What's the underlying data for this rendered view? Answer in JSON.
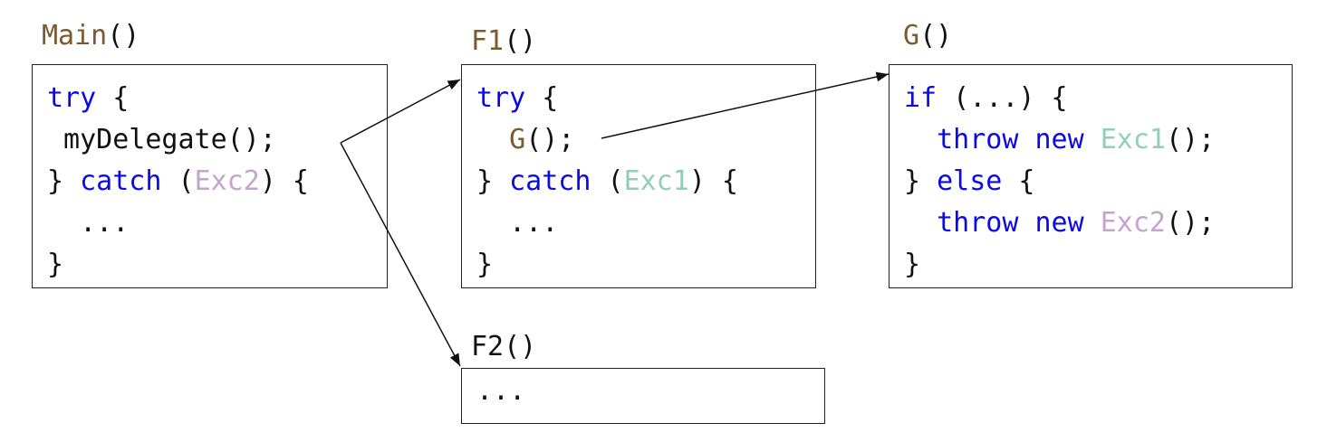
{
  "colors": {
    "keyword": "#0a0ae6",
    "function_name": "#7a5a2e",
    "exc1": "#8fcfb3",
    "exc2": "#c7a2cf",
    "plain": "#111111",
    "border": "#222222",
    "arrow": "#111111"
  },
  "functions": [
    {
      "id": "main",
      "title": [
        {
          "text": "Main",
          "kind": "function_name"
        },
        {
          "text": "()",
          "kind": "plain"
        }
      ],
      "lines": [
        [
          {
            "text": "try",
            "kind": "keyword"
          },
          {
            "text": " {",
            "kind": "plain"
          }
        ],
        [
          {
            "text": " myDelegate();",
            "kind": "plain"
          }
        ],
        [
          {
            "text": "} ",
            "kind": "plain"
          },
          {
            "text": "catch",
            "kind": "keyword"
          },
          {
            "text": " (",
            "kind": "plain"
          },
          {
            "text": "Exc2",
            "kind": "exc2"
          },
          {
            "text": ") {",
            "kind": "plain"
          }
        ],
        [
          {
            "text": "  ...",
            "kind": "plain"
          }
        ],
        [
          {
            "text": "}",
            "kind": "plain"
          }
        ]
      ]
    },
    {
      "id": "f1",
      "title": [
        {
          "text": "F1",
          "kind": "function_name"
        },
        {
          "text": "()",
          "kind": "plain"
        }
      ],
      "lines": [
        [
          {
            "text": "try",
            "kind": "keyword"
          },
          {
            "text": " {",
            "kind": "plain"
          }
        ],
        [
          {
            "text": "  ",
            "kind": "plain"
          },
          {
            "text": "G",
            "kind": "function_name"
          },
          {
            "text": "();",
            "kind": "plain"
          }
        ],
        [
          {
            "text": "} ",
            "kind": "plain"
          },
          {
            "text": "catch",
            "kind": "keyword"
          },
          {
            "text": " (",
            "kind": "plain"
          },
          {
            "text": "Exc1",
            "kind": "exc1"
          },
          {
            "text": ") {",
            "kind": "plain"
          }
        ],
        [
          {
            "text": "  ...",
            "kind": "plain"
          }
        ],
        [
          {
            "text": "}",
            "kind": "plain"
          }
        ]
      ]
    },
    {
      "id": "g",
      "title": [
        {
          "text": "G",
          "kind": "function_name"
        },
        {
          "text": "()",
          "kind": "plain"
        }
      ],
      "lines": [
        [
          {
            "text": "if",
            "kind": "keyword"
          },
          {
            "text": " (...) {",
            "kind": "plain"
          }
        ],
        [
          {
            "text": "  ",
            "kind": "plain"
          },
          {
            "text": "throw",
            "kind": "keyword"
          },
          {
            "text": " ",
            "kind": "plain"
          },
          {
            "text": "new",
            "kind": "keyword"
          },
          {
            "text": " ",
            "kind": "plain"
          },
          {
            "text": "Exc1",
            "kind": "exc1"
          },
          {
            "text": "();",
            "kind": "plain"
          }
        ],
        [
          {
            "text": "} ",
            "kind": "plain"
          },
          {
            "text": "else",
            "kind": "keyword"
          },
          {
            "text": " {",
            "kind": "plain"
          }
        ],
        [
          {
            "text": "  ",
            "kind": "plain"
          },
          {
            "text": "throw",
            "kind": "keyword"
          },
          {
            "text": " ",
            "kind": "plain"
          },
          {
            "text": "new",
            "kind": "keyword"
          },
          {
            "text": " ",
            "kind": "plain"
          },
          {
            "text": "Exc2",
            "kind": "exc2"
          },
          {
            "text": "();",
            "kind": "plain"
          }
        ],
        [
          {
            "text": "}",
            "kind": "plain"
          }
        ]
      ]
    },
    {
      "id": "f2",
      "title": [
        {
          "text": "F2()",
          "kind": "plain"
        }
      ],
      "lines": [
        [
          {
            "text": "...",
            "kind": "plain"
          }
        ]
      ]
    }
  ],
  "arrows": [
    {
      "id": "main-to-f1",
      "from": "main",
      "to": "f1"
    },
    {
      "id": "main-to-f2",
      "from": "main",
      "to": "f2"
    },
    {
      "id": "f1-to-g",
      "from": "f1",
      "to": "g"
    }
  ]
}
